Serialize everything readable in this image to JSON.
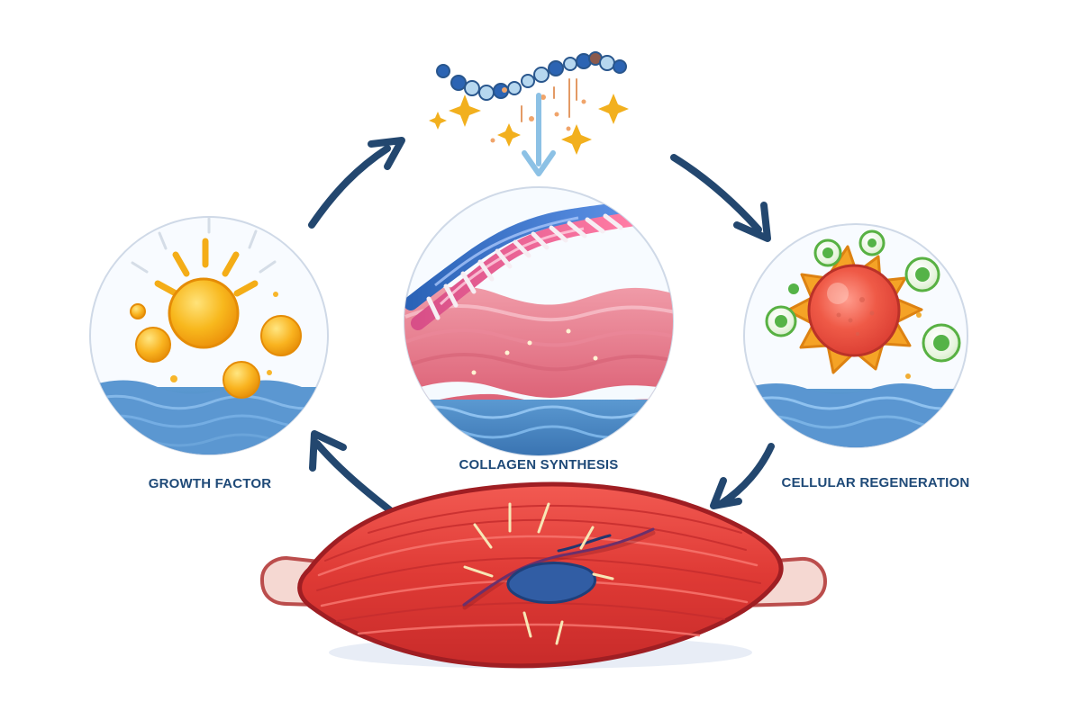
{
  "labels": {
    "growth_factor": "GROWTH FACTOR",
    "collagen_synthesis": "COLLAGEN SYNTHESIS",
    "cellular_regeneration": "CELLULAR REGENERATION"
  },
  "colors": {
    "label": "#1f4a78",
    "arrow": "#23476f",
    "water": "#3d7dbf",
    "muscle": "#d93a36",
    "collagen_tissue": "#ea7a8a",
    "sun": "#f4ad17",
    "cell_core": "#eb5543",
    "cell_green": "#55b347",
    "downward_arrow": "#8cc1e5"
  },
  "icons": {
    "growth_factor": "sun-orbs-icon",
    "collagen": "dna-helix-icon",
    "regeneration": "cell-icon",
    "peptide": "peptide-chain-icon",
    "muscle": "muscle-fiber-icon"
  }
}
